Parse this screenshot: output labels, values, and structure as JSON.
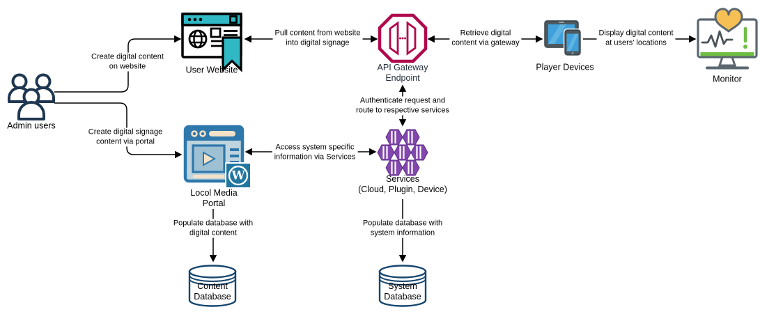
{
  "diagram": {
    "title_none": "",
    "nodes": {
      "admin_users": {
        "label": "Admin users"
      },
      "user_website": {
        "label": "User Website"
      },
      "api_gateway": {
        "label": "API Gateway\nEndpoint"
      },
      "player_devices": {
        "label": "Player Devices"
      },
      "monitor": {
        "label": "Monitor"
      },
      "media_portal": {
        "label": "Locol Media\nPortal",
        "badge_letter": "W"
      },
      "services": {
        "label": "Services\n(Cloud, Plugin, Device)"
      },
      "content_database": {
        "label": "Content\nDatabase"
      },
      "system_database": {
        "label": "System\nDatabase"
      }
    },
    "edges": {
      "create_content": {
        "label": "Create digital content\non website",
        "direction": "admin-users → user-website"
      },
      "create_signage": {
        "label": "Create digital signage\ncontent via portal",
        "direction": "admin-users → media-portal"
      },
      "pull_content": {
        "label": "Pull content from website\ninto digital signage",
        "direction": "user-website ↔ api-gateway"
      },
      "retrieve_content": {
        "label": "Retrieve digital\ncontent via gateway",
        "direction": "api-gateway ↔ player-devices"
      },
      "display_content": {
        "label": "Display digital content\nat users' locations",
        "direction": "player-devices → monitor"
      },
      "authenticate": {
        "label": "Authenticate request and\nroute to respective services",
        "direction": "api-gateway ↔ services"
      },
      "access_info": {
        "label": "Access system specific\ninformation via Services",
        "direction": "media-portal ↔ services"
      },
      "populate_content": {
        "label": "Populate database with\ndigital content",
        "direction": "media-portal → content-database"
      },
      "populate_system": {
        "label": "Populate database with\nsystem information",
        "direction": "services → system-database"
      }
    },
    "colors": {
      "teal": "#30B8C4",
      "gateway_crimson": "#B0084D",
      "services_purple": "#8246AF",
      "portal_blue": "#2E78AC",
      "wordpress_blue": "#2176A0",
      "device_screen_blue": "#3FA0DB",
      "database_navy": "#16466E",
      "monitor_green": "#6FBE44",
      "heart_gold": "#F6C054",
      "people_navy": "#1F3750",
      "arrow_black": "#000000"
    }
  }
}
